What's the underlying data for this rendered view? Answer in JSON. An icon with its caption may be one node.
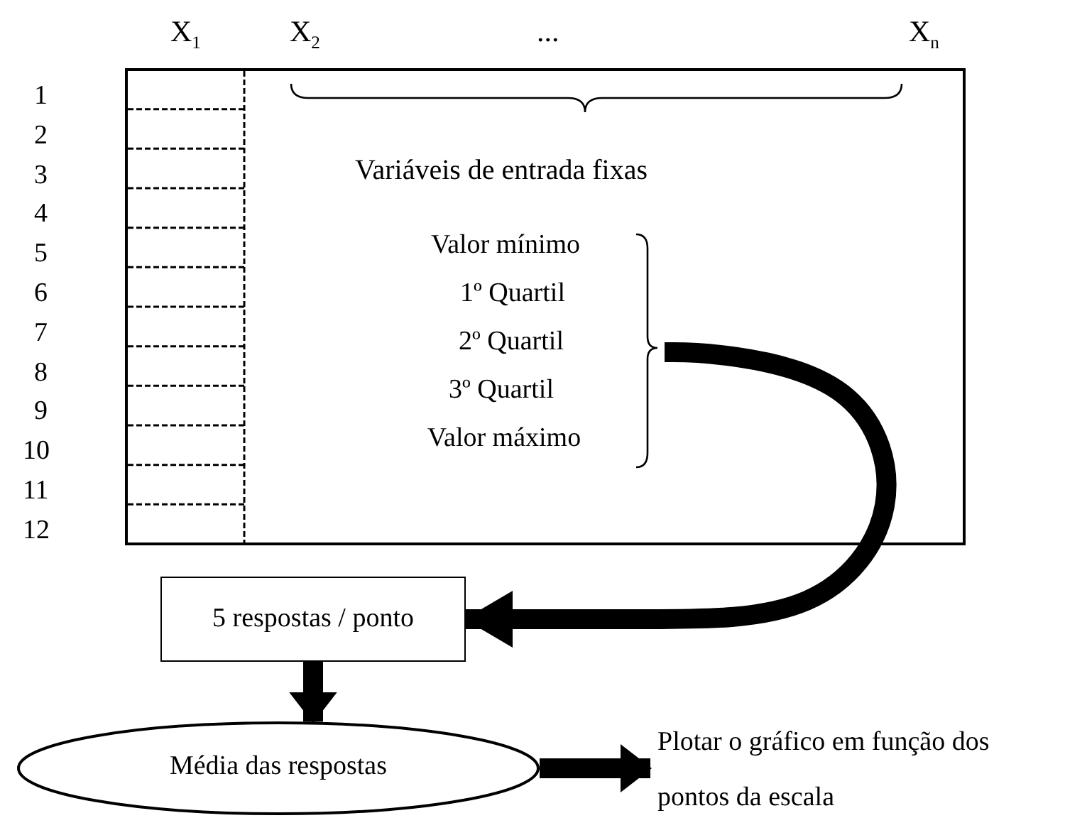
{
  "diagram": {
    "nodes": [
      {
        "text": [
          "Variáveis de entrada fixas"
        ]
      },
      {
        "text": [
          "Valor mínimo",
          "1º Quartil",
          "2º Quartil",
          "3º Quartil",
          "Valor máximo"
        ],
        "in": 0
      },
      {
        "text": [
          "5 respostas / ponto"
        ]
      },
      {
        "text": [
          "Média das respostas"
        ]
      },
      {
        "text": [
          "Plotar o gráfico em função dos pontos da escala"
        ]
      }
    ],
    "edges": [
      {
        "from": 1,
        "to": 2,
        "arrow": "to"
      },
      {
        "from": 2,
        "to": 3,
        "arrow": "to"
      },
      {
        "from": 3,
        "to": 4,
        "arrow": "to"
      }
    ],
    "labels": [
      "X$_{1}$",
      "X$_{2}$",
      "...",
      "X$_{n}$",
      "1",
      "2",
      "3",
      "4",
      "5",
      "6",
      "7",
      "8",
      "9",
      "10",
      "11",
      "12"
    ]
  }
}
